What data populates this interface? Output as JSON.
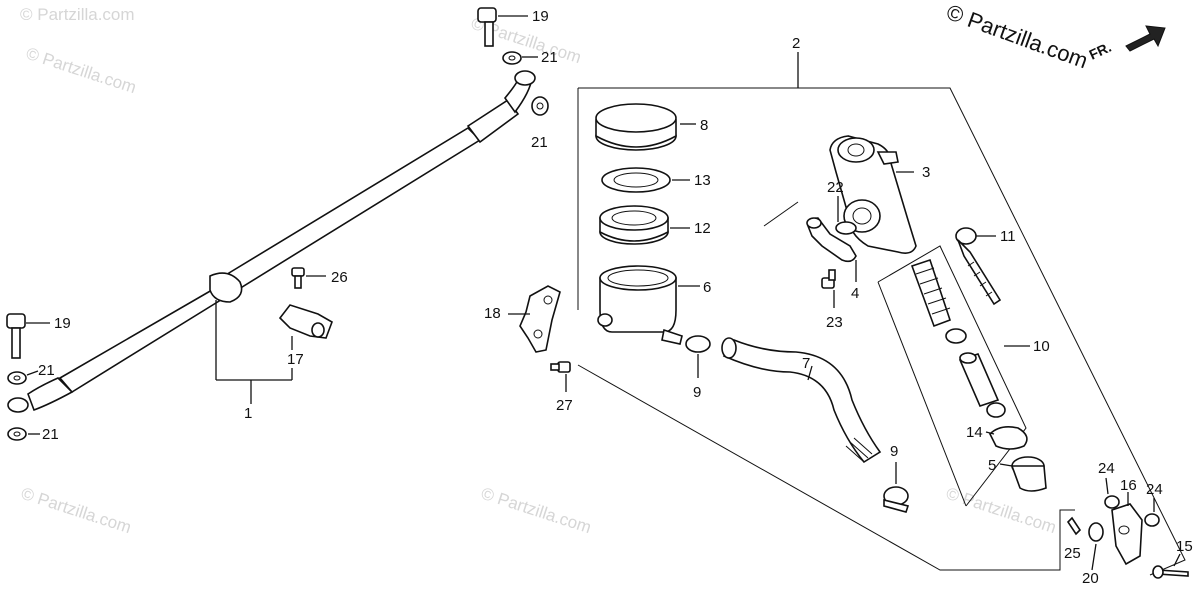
{
  "watermark": {
    "text": "© Partzilla.com",
    "copyright_brand": "© Partzilla.com"
  },
  "direction": {
    "label": "FR.",
    "icon": "forward-arrow-icon"
  },
  "callouts": {
    "c1": "1",
    "c2": "2",
    "c3": "3",
    "c4": "4",
    "c5": "5",
    "c6": "6",
    "c7": "7",
    "c8": "8",
    "c9a": "9",
    "c9b": "9",
    "c10": "10",
    "c11": "11",
    "c12": "12",
    "c13": "13",
    "c14": "14",
    "c15": "15",
    "c16": "16",
    "c17": "17",
    "c18": "18",
    "c19a": "19",
    "c19b": "19",
    "c20": "20",
    "c21a": "21",
    "c21b": "21",
    "c21c": "21",
    "c21d": "21",
    "c22": "22",
    "c23": "23",
    "c24a": "24",
    "c24b": "24",
    "c25": "25",
    "c26": "26",
    "c27": "27"
  }
}
